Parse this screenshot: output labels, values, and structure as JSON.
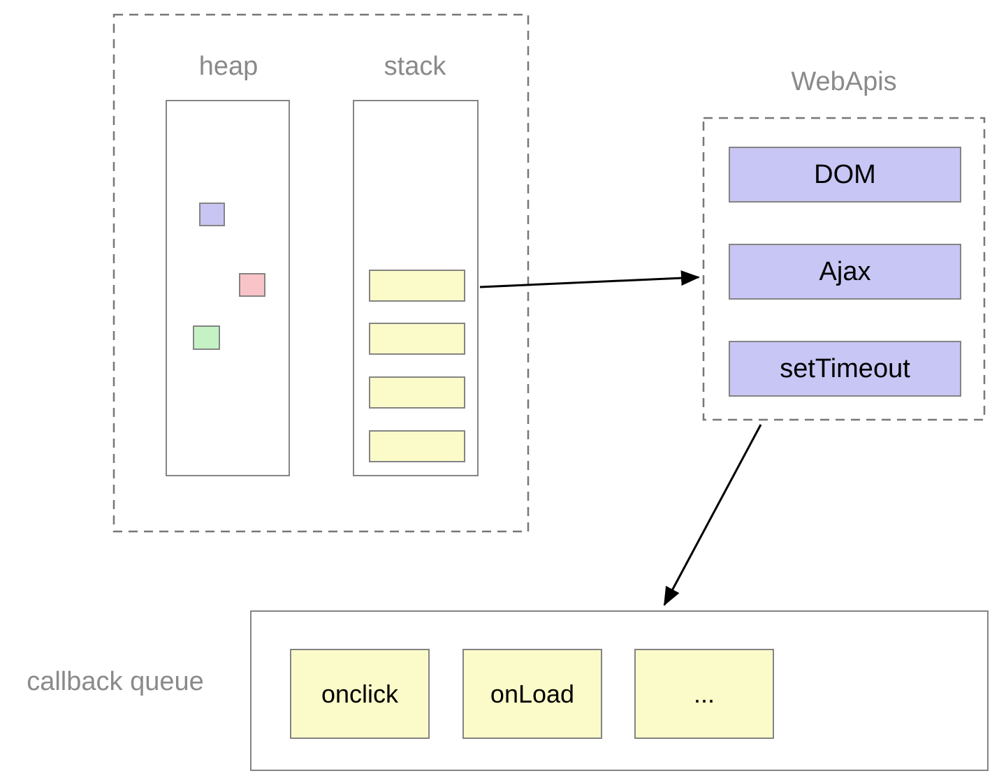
{
  "heap": {
    "title": "heap"
  },
  "stack": {
    "title": "stack",
    "frame_count": 4
  },
  "webapis": {
    "title": "WebApis",
    "items": [
      "DOM",
      "Ajax",
      "setTimeout"
    ]
  },
  "callback_queue": {
    "title": "callback queue",
    "items": [
      "onclick",
      "onLoad",
      "..."
    ]
  },
  "colors": {
    "frame_yellow": "#fbfbc9",
    "api_purple": "#c8c6f4",
    "heap_purple": "#c8c5f2",
    "heap_pink": "#f9c4c8",
    "heap_green": "#c4f2c4",
    "box_border": "#848484",
    "dash_border": "#777777",
    "label_gray": "#8a8a8a",
    "arrow_black": "#000000"
  }
}
